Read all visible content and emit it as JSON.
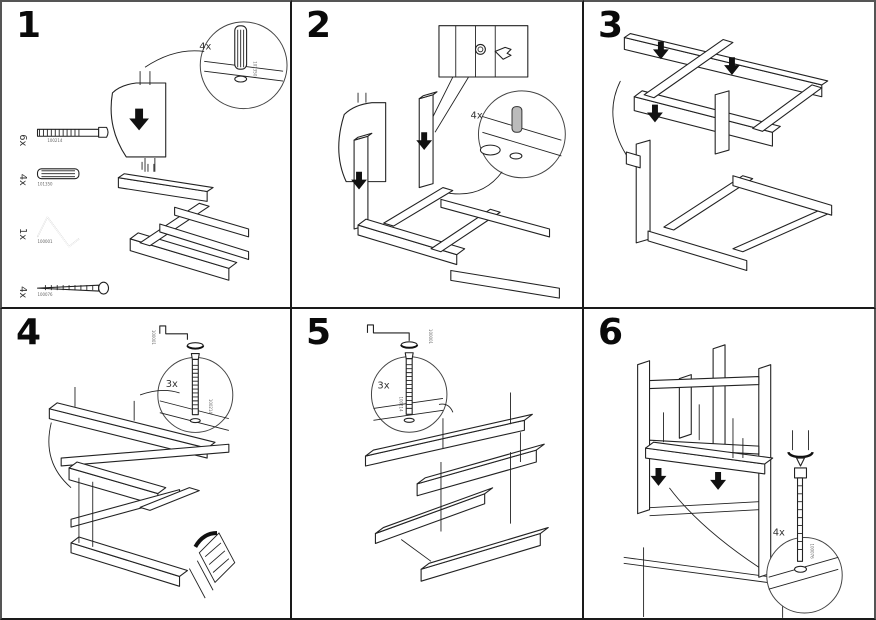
{
  "document": {
    "type": "assembly-instructions",
    "steps": [
      {
        "number": "1",
        "parts": [
          {
            "quantity": "6x",
            "item": "bolt",
            "code": "100214"
          },
          {
            "quantity": "4x",
            "item": "wooden-dowel",
            "code": "101350"
          },
          {
            "quantity": "1x",
            "item": "allen-key",
            "code": "100001"
          },
          {
            "quantity": "4x",
            "item": "screw",
            "code": "100076"
          }
        ],
        "callout_quantity": "4x",
        "callout_code": "101350"
      },
      {
        "number": "2",
        "callout_quantity": "4x"
      },
      {
        "number": "3"
      },
      {
        "number": "4",
        "callout_quantity": "3x",
        "key_code": "100001",
        "bolt_code": "100214"
      },
      {
        "number": "5",
        "callout_quantity": "3x",
        "key_code": "100001",
        "bolt_code": "100214"
      },
      {
        "number": "6",
        "callout_quantity": "4x",
        "screw_code": "100076"
      }
    ]
  }
}
